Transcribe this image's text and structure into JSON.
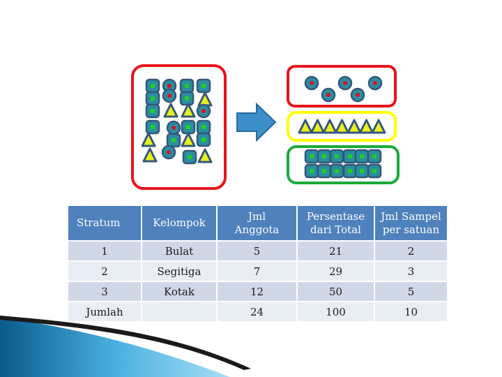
{
  "colors": {
    "frame_red": "#e8141c",
    "frame_yellow": "#ffff00",
    "frame_green": "#1aaa3a",
    "shape_fill": "#2a8ea0",
    "shape_stroke": "#35577a",
    "dot_red": "#e01020",
    "dot_green": "#22cc22",
    "triangle_fill": "#e8f020",
    "arrow_fill": "#3c8fc8",
    "header_blue": "#4f81bd",
    "row_dark": "#d0d8e8",
    "row_light": "#e9edf4"
  },
  "table": {
    "headers": [
      "Stratum",
      "Kelompok",
      "Jml\nAnggota",
      "Persentase\ndari Total",
      "Jml Sampel\nper satuan"
    ],
    "rows": [
      [
        "1",
        "Bulat",
        "5",
        "21",
        "2"
      ],
      [
        "2",
        "Segitiga",
        "7",
        "29",
        "3"
      ],
      [
        "3",
        "Kotak",
        "12",
        "50",
        "5"
      ],
      [
        "Jumlah",
        "",
        "24",
        "100",
        "10"
      ]
    ]
  }
}
